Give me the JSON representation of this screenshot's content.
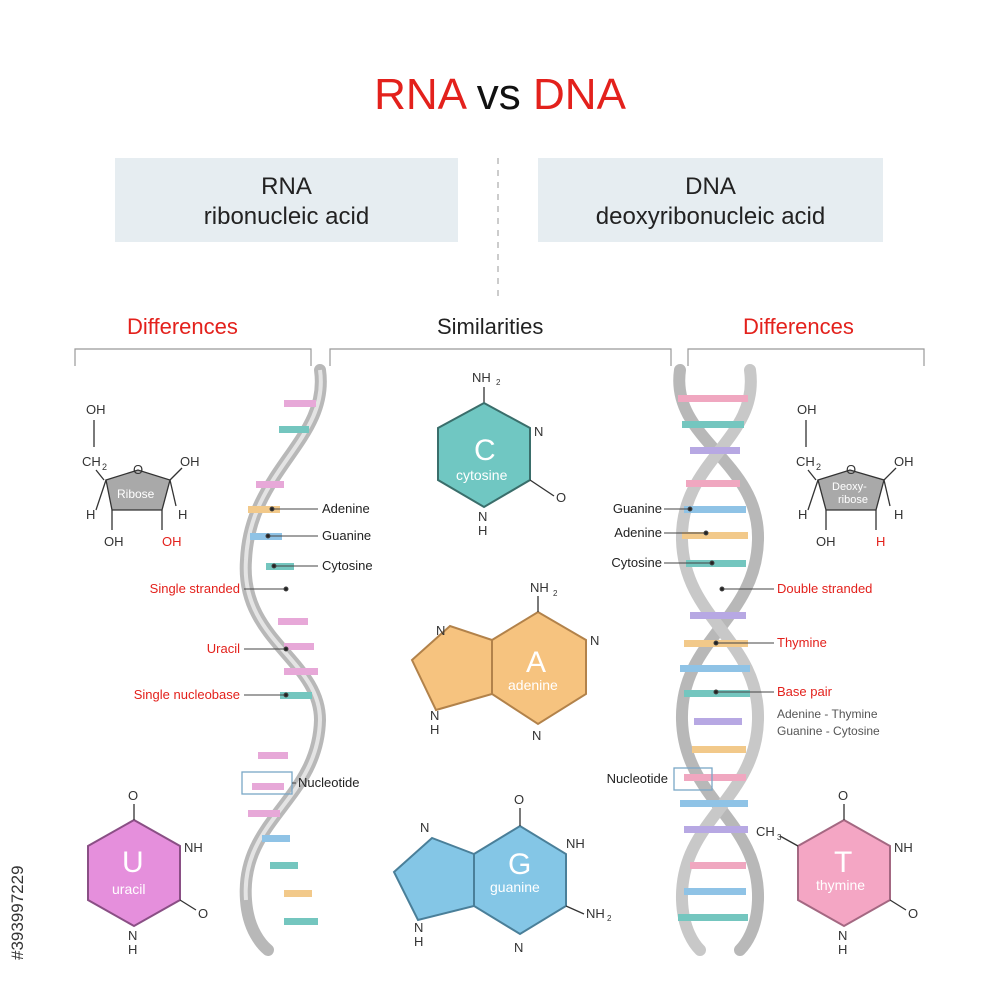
{
  "title": {
    "part1": "RNA",
    "vs": "vs",
    "part2": "DNA"
  },
  "rna_box": {
    "name": "RNA",
    "full": "ribonucleic acid"
  },
  "dna_box": {
    "name": "DNA",
    "full": "deoxyribonucleic acid"
  },
  "sections": {
    "left": "Differences",
    "middle": "Similarities",
    "right": "Differences"
  },
  "rna_labels": {
    "adenine": "Adenine",
    "guanine": "Guanine",
    "cytosine": "Cytosine",
    "single_stranded": "Single stranded",
    "uracil": "Uracil",
    "single_nucleobase": "Single nucleobase",
    "nucleotide": "Nucleotide"
  },
  "dna_labels": {
    "guanine": "Guanine",
    "adenine": "Adenine",
    "cytosine": "Cytosine",
    "double_stranded": "Double stranded",
    "thymine": "Thymine",
    "base_pair": "Base pair",
    "pair1": "Adenine - Thymine",
    "pair2": "Guanine - Cytosine",
    "nucleotide": "Nucleotide"
  },
  "ribose": {
    "name": "Ribose",
    "oh_top": "OH",
    "ch2": "CH",
    "ch2_sub": "2",
    "o": "O",
    "oh_right": "OH",
    "h_left": "H",
    "h_right": "H",
    "oh_bottom_left": "OH",
    "oh_bottom_right": "OH"
  },
  "deoxyribose": {
    "name1": "Deoxy-",
    "name2": "ribose",
    "oh_top": "OH",
    "ch2": "CH",
    "ch2_sub": "2",
    "o": "O",
    "oh_right": "OH",
    "h_left": "H",
    "h_right": "H",
    "oh_bottom_left": "OH",
    "h_bottom_right": "H"
  },
  "cytosine": {
    "letter": "C",
    "name": "cytosine",
    "nh2": "NH",
    "sub": "2",
    "n": "N",
    "o": "O",
    "nh": "N",
    "h": "H"
  },
  "adenine": {
    "letter": "A",
    "name": "adenine",
    "nh2": "NH",
    "sub": "2",
    "n1": "N",
    "n2": "N",
    "n3": "N",
    "n4": "N",
    "h": "H"
  },
  "guanine": {
    "letter": "G",
    "name": "guanine",
    "o": "O",
    "n1": "N",
    "nh": "NH",
    "n2": "N",
    "n3": "N",
    "nh2": "NH",
    "sub": "2",
    "h": "H"
  },
  "uracil": {
    "letter": "U",
    "name": "uracil",
    "o1": "O",
    "nh": "NH",
    "o2": "O",
    "n": "N",
    "h": "H"
  },
  "thymine": {
    "letter": "T",
    "name": "thymine",
    "o1": "O",
    "ch3": "CH",
    "sub": "3",
    "nh": "NH",
    "o2": "O",
    "n": "N",
    "h": "H"
  },
  "watermark": "#393997229",
  "colors": {
    "accent": "#e3211c",
    "box_bg": "#e6edf1",
    "cytosine": "#70c7c2",
    "adenine": "#f6c37f",
    "guanine": "#84c6e6",
    "uracil": "#e58fdc",
    "thymine": "#f4a6c4",
    "sugar": "#a9a9a9"
  }
}
